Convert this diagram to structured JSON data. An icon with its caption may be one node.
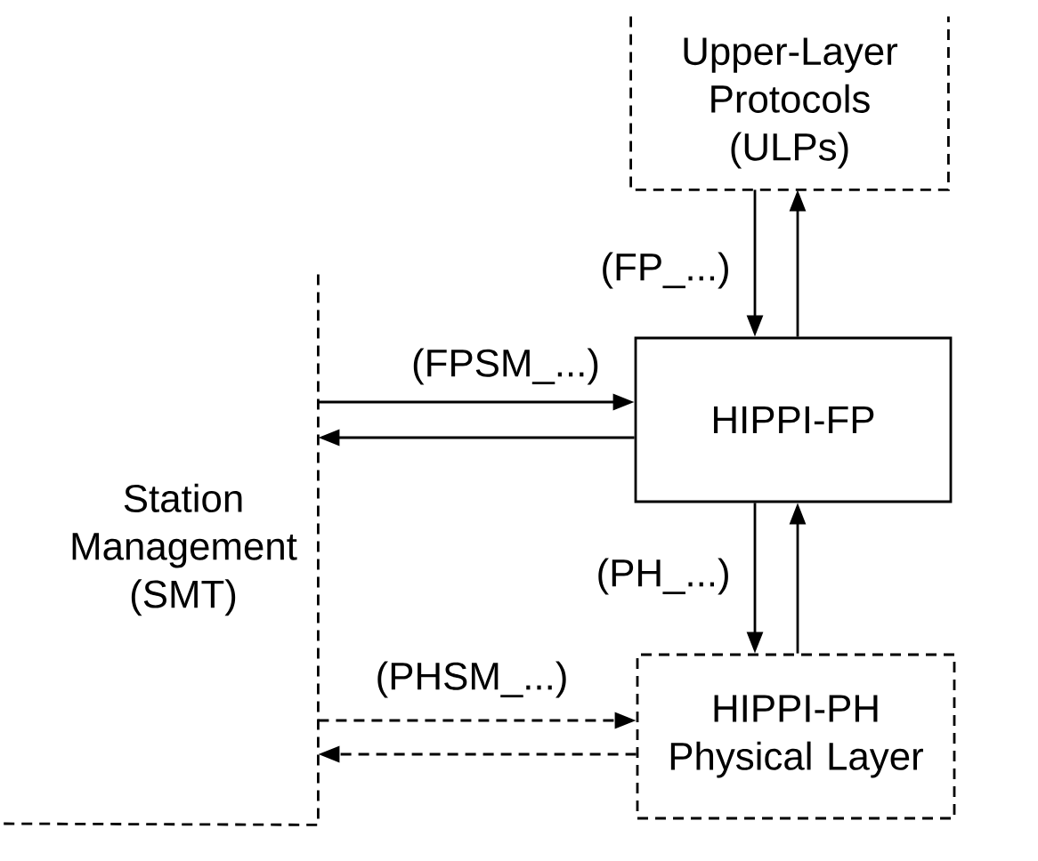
{
  "diagram": {
    "nodes": [
      {
        "text": [
          "Upper-Layer Protocols (ULPs)"
        ]
      },
      {
        "text": [
          "HIPPI-FP"
        ]
      },
      {
        "text": [
          "HIPPI-PH",
          "Physical Layer"
        ]
      },
      {
        "text": [
          "Station Management (SMT)"
        ]
      }
    ],
    "edges": [
      {
        "from": 0,
        "to": 1,
        "arrow": "to",
        "label": "(FP_...)"
      },
      {
        "from": 1,
        "to": 0,
        "arrow": "to"
      },
      {
        "from": 3,
        "to": 1,
        "arrow": "to",
        "label": "(FPSM_...)"
      },
      {
        "from": 1,
        "to": 3,
        "arrow": "to"
      },
      {
        "from": 1,
        "to": 2,
        "arrow": "to",
        "label": "(PH_...)"
      },
      {
        "from": 2,
        "to": 1,
        "arrow": "to"
      },
      {
        "from": 3,
        "to": 2,
        "arrow": "to",
        "label": "(PHSM_...)",
        "style": "dashed"
      },
      {
        "from": 2,
        "to": 3,
        "arrow": "to",
        "style": "dashed"
      }
    ]
  }
}
